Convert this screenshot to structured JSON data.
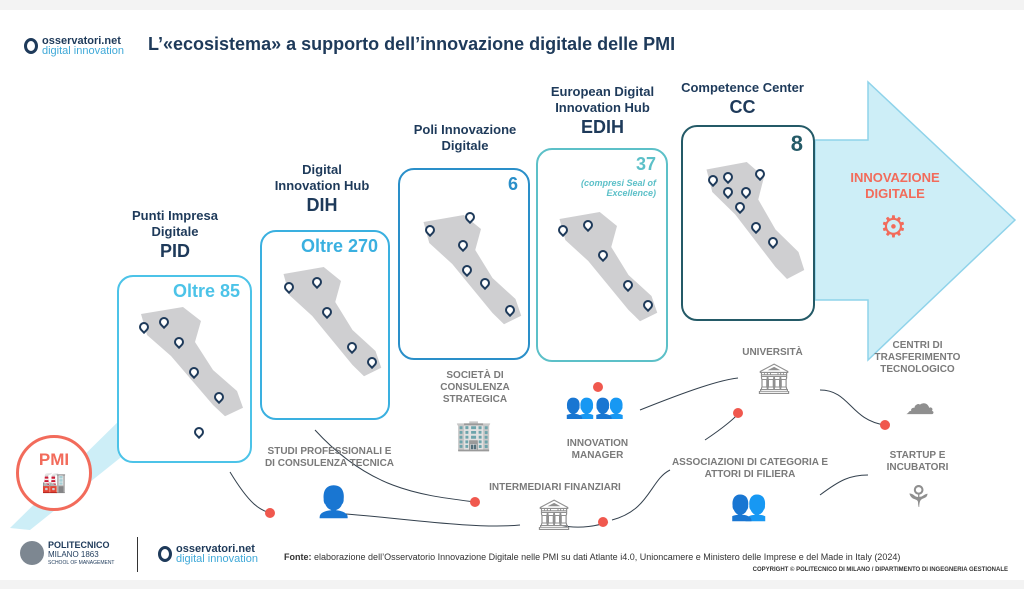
{
  "header": {
    "logo_top": "osservatori.net",
    "logo_bottom": "digital innovation",
    "title": "L’«ecosistema» a supporto dell’innovazione digitale delle PMI"
  },
  "pmi": {
    "label": "PMI"
  },
  "stages": [
    {
      "name": "Punti Impresa Digitale",
      "acronym": "PID",
      "count": "Oltre 85"
    },
    {
      "name": "Digital Innovation Hub",
      "acronym": "DIH",
      "count": "Oltre 270"
    },
    {
      "name": "Poli Innovazione Digitale",
      "acronym": "",
      "count": "6"
    },
    {
      "name": "European Digital Innovation Hub",
      "acronym": "EDIH",
      "count": "37",
      "note": "(compresi Seal of Excellence)"
    },
    {
      "name": "Competence Center",
      "acronym": "CC",
      "count": "8"
    }
  ],
  "goal": "INNOVAZIONE DIGITALE",
  "actors": {
    "studi": "STUDI PROFESSIONALI E DI CONSULENZA TECNICA",
    "societa": "SOCIETÀ DI CONSULENZA STRATEGICA",
    "intermediari": "INTERMEDIARI FINANZIARI",
    "manager": "INNOVATION MANAGER",
    "universita": "UNIVERSITÀ",
    "associazioni": "ASSOCIAZIONI DI CATEGORIA E ATTORI DI FILIERA",
    "centri": "CENTRI DI TRASFERIMENTO TECNOLOGICO",
    "startup": "STARTUP E INCUBATORI"
  },
  "footer": {
    "polimi": "POLITECNICO",
    "polimi_sub": "MILANO 1863",
    "polimi_school": "SCHOOL OF MANAGEMENT",
    "source_label": "Fonte:",
    "source": "elaborazione dell’Osservatorio Innovazione Digitale nelle PMI su dati Atlante i4.0, Unioncamere e Ministero delle Imprese e del Made in Italy (2024)",
    "copyright": "COPYRIGHT © POLITECNICO DI MILANO / DIPARTIMENTO DI INGEGNERIA GESTIONALE"
  }
}
